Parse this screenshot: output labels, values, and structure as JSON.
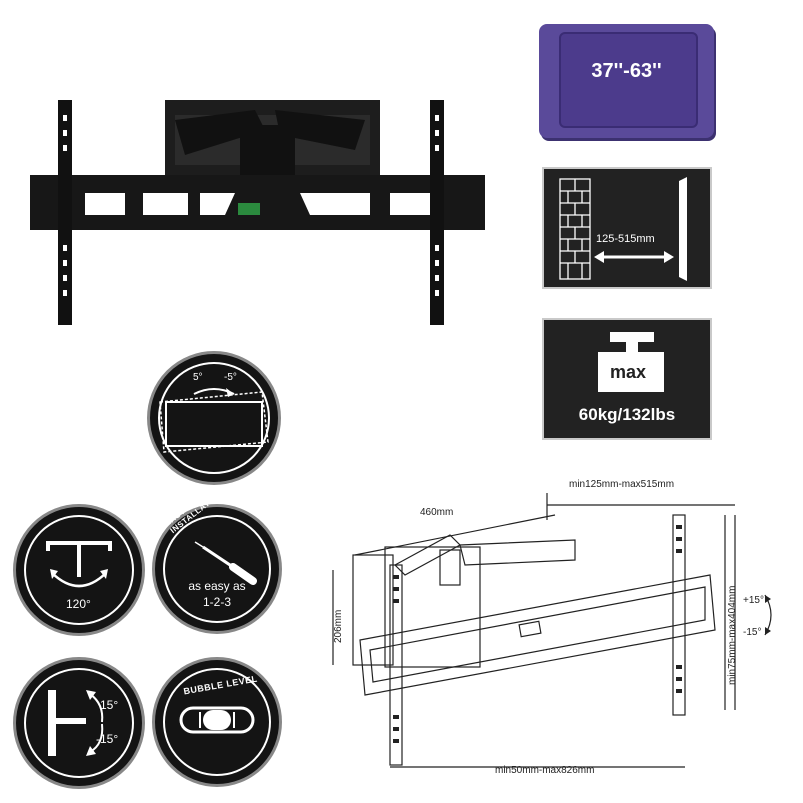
{
  "size_badge": {
    "text": "37''-63''"
  },
  "distance_panel": {
    "label": "125-515mm"
  },
  "load_panel": {
    "max_text": "max",
    "load_text": "60kg/132lbs"
  },
  "tilt_icon": {
    "angle_up": "5°",
    "angle_down": "-5°"
  },
  "swivel_icon": {
    "angle": "120°"
  },
  "install_icon": {
    "arc_text": "EASY&FAST INSTALLATION",
    "line1": "as easy as",
    "line2": "1-2-3"
  },
  "level_icon": {
    "angle_up": "15°",
    "angle_down": "-15°"
  },
  "bubble_icon": {
    "arc_text": "BUBBLE LEVEL"
  },
  "drawing": {
    "depth_range": "min125mm-max515mm",
    "arm_length": "460mm",
    "wall_plate_height": "206mm",
    "vertical_range": "min75mm-max404mm",
    "tilt_up": "+15°",
    "tilt_down": "-15°",
    "horizontal_range": "min50mm-max826mm"
  }
}
